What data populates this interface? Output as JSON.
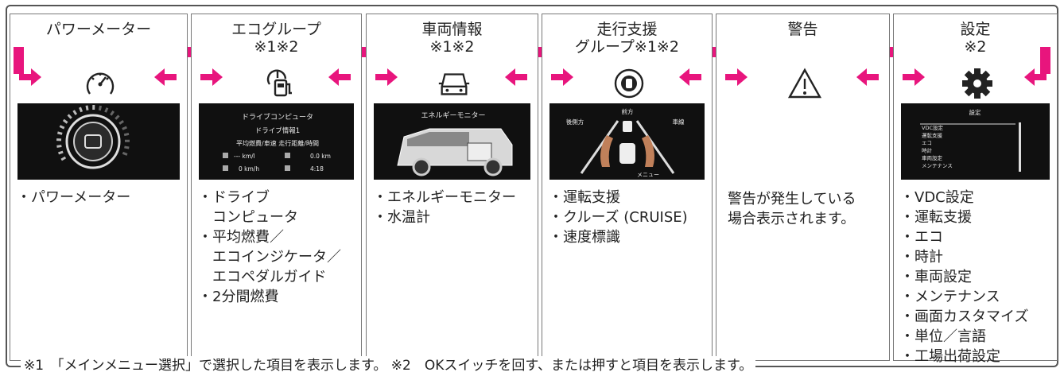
{
  "panels": [
    {
      "title1": "パワーメーター",
      "title2": "",
      "icon": "gauge-icon",
      "items": [
        "・パワーメーター"
      ]
    },
    {
      "title1": "エコグループ",
      "title2": "※1※2",
      "icon": "fuel-icon",
      "items": [
        "・ドライブ",
        "　コンピュータ",
        "・平均燃費／",
        "　エコインジケータ／",
        "　エコペダルガイド",
        "・2分間燃費"
      ]
    },
    {
      "title1": "車両情報",
      "title2": "※1※2",
      "icon": "car-icon",
      "items": [
        "・エネルギーモニター",
        "・水温計"
      ]
    },
    {
      "title1": "走行支援",
      "title2": "グループ※1※2",
      "icon": "driving-assist-icon",
      "items": [
        "・運転支援",
        "・クルーズ (CRUISE)",
        "・速度標識"
      ]
    },
    {
      "title1": "警告",
      "title2": "",
      "icon": "warning-icon",
      "items": [
        "警告が発生している",
        "場合表示されます。"
      ]
    },
    {
      "title1": "設定",
      "title2": "※2",
      "icon": "gear-icon",
      "items": [
        "・VDC設定",
        "・運転支援",
        "・エコ",
        "・時計",
        "・車両設定",
        "・メンテナンス",
        "・画面カスタマイズ",
        "・単位／言語",
        "・工場出荷設定"
      ]
    }
  ],
  "screens": {
    "eco": {
      "l1": "ドライブコンピュータ",
      "l2": "ドライブ情報1",
      "l3": "平均燃費/車速  走行距離/時間",
      "l4a": "--- km/l",
      "l4b": "0.0 km",
      "l5a": "0 km/h",
      "l5b": "4:18"
    },
    "vehicle": {
      "l1": "エネルギーモニター"
    },
    "assist": {
      "front": "前方",
      "side": "後側方",
      "lane": "車線",
      "menu": "メニュー"
    },
    "settings": {
      "title": "設定",
      "items": [
        "VDC設定",
        "運転支援",
        "エコ",
        "時計",
        "車両設定",
        "メンテナンス"
      ]
    }
  },
  "footnote": "※1　「メインメニュー選択」で選択した項目を表示します。 ※2　OKスイッチを回す、または押すと項目を表示します。",
  "colors": {
    "accent": "#e8157d"
  }
}
